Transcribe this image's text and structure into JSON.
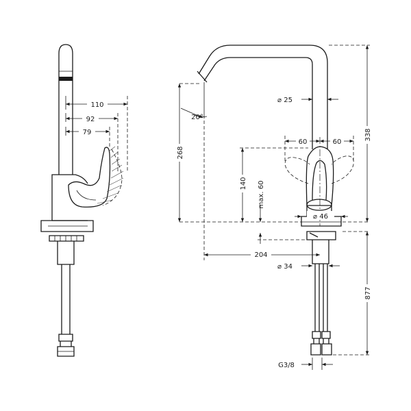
{
  "side_view": {
    "dim_reach_110": "110",
    "dim_92": "92",
    "dim_79": "79"
  },
  "front_view": {
    "dim_angle": "20°",
    "dim_tube_diameter": "⌀ 25",
    "dim_height_268": "268",
    "dim_lever_left": "60",
    "dim_lever_right": "60",
    "dim_total_338": "338",
    "dim_lever_140": "140",
    "dim_max60": "max. 60",
    "dim_base_diameter": "⌀ 46",
    "dim_spout_reach": "204",
    "dim_hole_diameter": "⌀ 34",
    "dim_hose_877": "877",
    "dim_thread": "G3/8"
  }
}
